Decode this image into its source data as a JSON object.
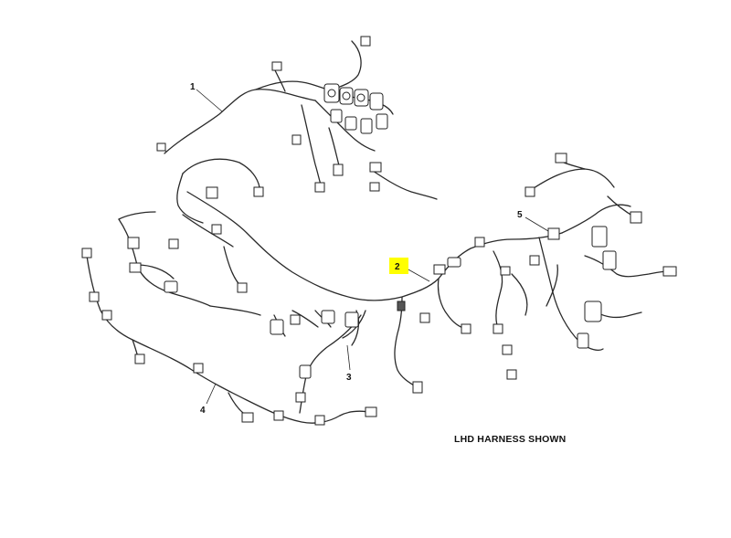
{
  "callouts": {
    "c1": "1",
    "c2": "2",
    "c3": "3",
    "c4": "4",
    "c5": "5"
  },
  "highlight_color": "#ffff00",
  "caption": "LHD HARNESS SHOWN"
}
